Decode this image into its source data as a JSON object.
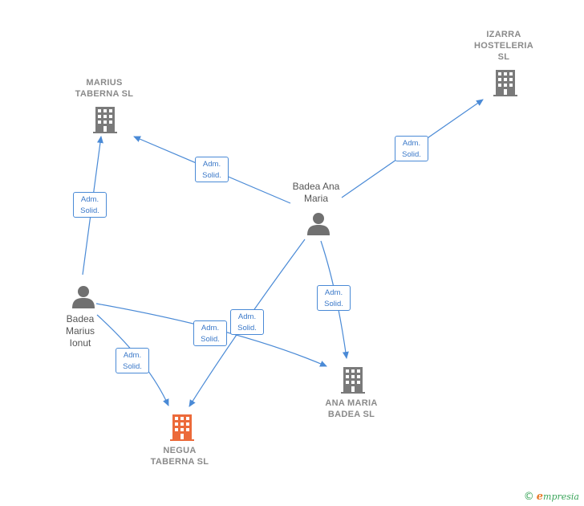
{
  "nodes": {
    "marius_taberna": {
      "line1": "MARIUS",
      "line2": "TABERNA  SL"
    },
    "izarra": {
      "line1": "IZARRA",
      "line2": "HOSTELERIA",
      "line3": "SL"
    },
    "badea_ana": {
      "line1": "Badea Ana",
      "line2": "Maria"
    },
    "badea_marius": {
      "line1": "Badea",
      "line2": "Marius",
      "line3": "Ionut"
    },
    "ana_maria_badea": {
      "line1": "ANA MARIA",
      "line2": "BADEA  SL"
    },
    "negua": {
      "line1": "NEGUA",
      "line2": "TABERNA  SL"
    }
  },
  "edges": [
    {
      "id": "e1",
      "line1": "Adm.",
      "line2": "Solid."
    },
    {
      "id": "e2",
      "line1": "Adm.",
      "line2": "Solid."
    },
    {
      "id": "e3",
      "line1": "Adm.",
      "line2": "Solid."
    },
    {
      "id": "e4",
      "line1": "Adm.",
      "line2": "Solid."
    },
    {
      "id": "e5",
      "line1": "Adm.",
      "line2": "Solid."
    },
    {
      "id": "e6",
      "line1": "Adm.",
      "line2": "Solid."
    },
    {
      "id": "e7",
      "line1": "Adm.",
      "line2": "Solid."
    }
  ],
  "colors": {
    "edge": "#4a8ad6",
    "company": "#7a7a7a",
    "highlight": "#ec6a3a",
    "person": "#707070"
  },
  "footer": {
    "copyright": "©",
    "brand_initial": "e",
    "brand_rest": "mpresia"
  }
}
